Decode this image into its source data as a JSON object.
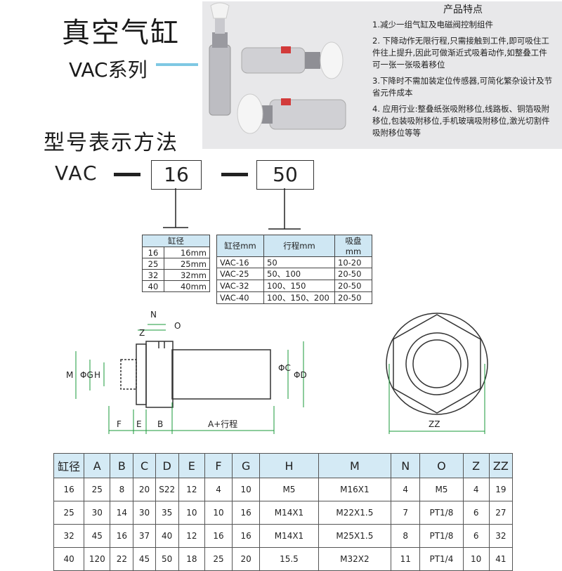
{
  "header": {
    "title": "真空气缸",
    "series": "VAC系列"
  },
  "features": {
    "heading": "产品特点",
    "items": [
      "1.减少一组气缸及电磁阀控制组件",
      "2. 下降动作无限行程,只需接触到工件,即可吸住工件往上提升,因此可做渐近式吸着动作,如整叠工件可一张一张吸着移位",
      "3.下降时不需加装定位传感器,可简化繁杂设计及节省元件成本",
      "4. 应用行业:整叠纸张吸附移位,线路板、铜箔吸附移位,包装吸附移位,手机玻璃吸附移位,激光切割件吸附移位等等"
    ]
  },
  "model": {
    "title": "型号表示方法",
    "prefix": "VAC",
    "bore_code": "16",
    "stroke_code": "50"
  },
  "bore_table": {
    "header": "缸径",
    "rows": [
      [
        "16",
        "16mm"
      ],
      [
        "25",
        "25mm"
      ],
      [
        "32",
        "32mm"
      ],
      [
        "40",
        "40mm"
      ]
    ]
  },
  "stroke_table": {
    "headers": [
      "缸径mm",
      "行程mm",
      "吸盘mm"
    ],
    "rows": [
      [
        "VAC-16",
        "50",
        "10-20"
      ],
      [
        "VAC-25",
        "50、100",
        "20-50"
      ],
      [
        "VAC-32",
        "100、150",
        "20-50"
      ],
      [
        "VAC-40",
        "100、150、200",
        "20-50"
      ]
    ]
  },
  "drawing": {
    "labels": {
      "N": "N",
      "Z": "Z",
      "O": "O",
      "M": "M",
      "G": "ΦG",
      "H": "H",
      "C": "ΦC",
      "D": "ΦD",
      "F": "F",
      "E": "E",
      "B": "B",
      "A": "A+行程",
      "ZZ": "ZZ"
    },
    "dim_color": "#1a9a3a"
  },
  "dimension_table": {
    "headers": [
      "缸径",
      "A",
      "B",
      "C",
      "D",
      "E",
      "F",
      "G",
      "H",
      "M",
      "N",
      "O",
      "Z",
      "ZZ"
    ],
    "rows": [
      [
        "16",
        "25",
        "8",
        "20",
        "S22",
        "12",
        "4",
        "10",
        "M5",
        "M16X1",
        "4",
        "M5",
        "4",
        "19"
      ],
      [
        "25",
        "30",
        "14",
        "30",
        "35",
        "10",
        "10",
        "16",
        "M14X1",
        "M22X1.5",
        "7",
        "PT1/8",
        "6",
        "27"
      ],
      [
        "32",
        "45",
        "16",
        "37",
        "40",
        "12",
        "16",
        "16",
        "M14X1",
        "M25X1.5",
        "8",
        "PT1/8",
        "6",
        "32"
      ],
      [
        "40",
        "120",
        "22",
        "45",
        "50",
        "18",
        "25",
        "20",
        "15.5",
        "M32X2",
        "11",
        "PT1/4",
        "10",
        "41"
      ]
    ]
  }
}
